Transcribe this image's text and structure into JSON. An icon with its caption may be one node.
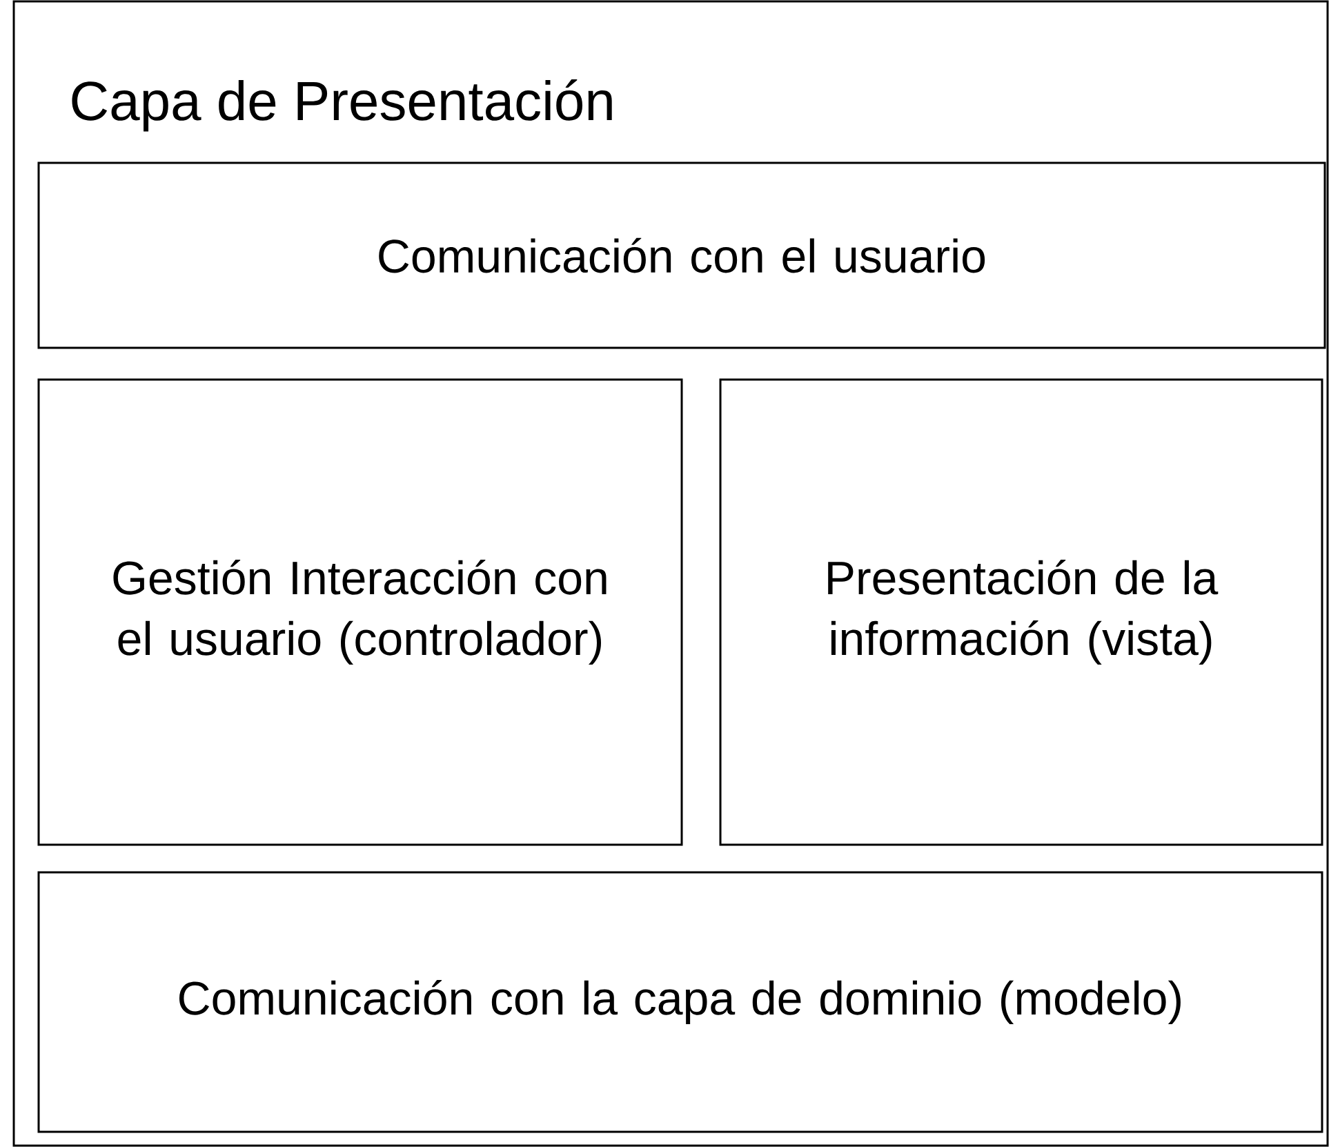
{
  "diagram": {
    "nodes": [
      {
        "text": [
          "Capa de Presentación"
        ]
      },
      {
        "text": [
          "Comunicación con el usuario"
        ],
        "in": 0
      },
      {
        "text": [
          "Gestión Interacción con el usuario (controlador)"
        ],
        "in": 0
      },
      {
        "text": [
          "Presentación de la información (vista)"
        ],
        "in": 0
      },
      {
        "text": [
          "Comunicación con la capa de dominio (modelo)"
        ],
        "in": 0
      }
    ]
  }
}
